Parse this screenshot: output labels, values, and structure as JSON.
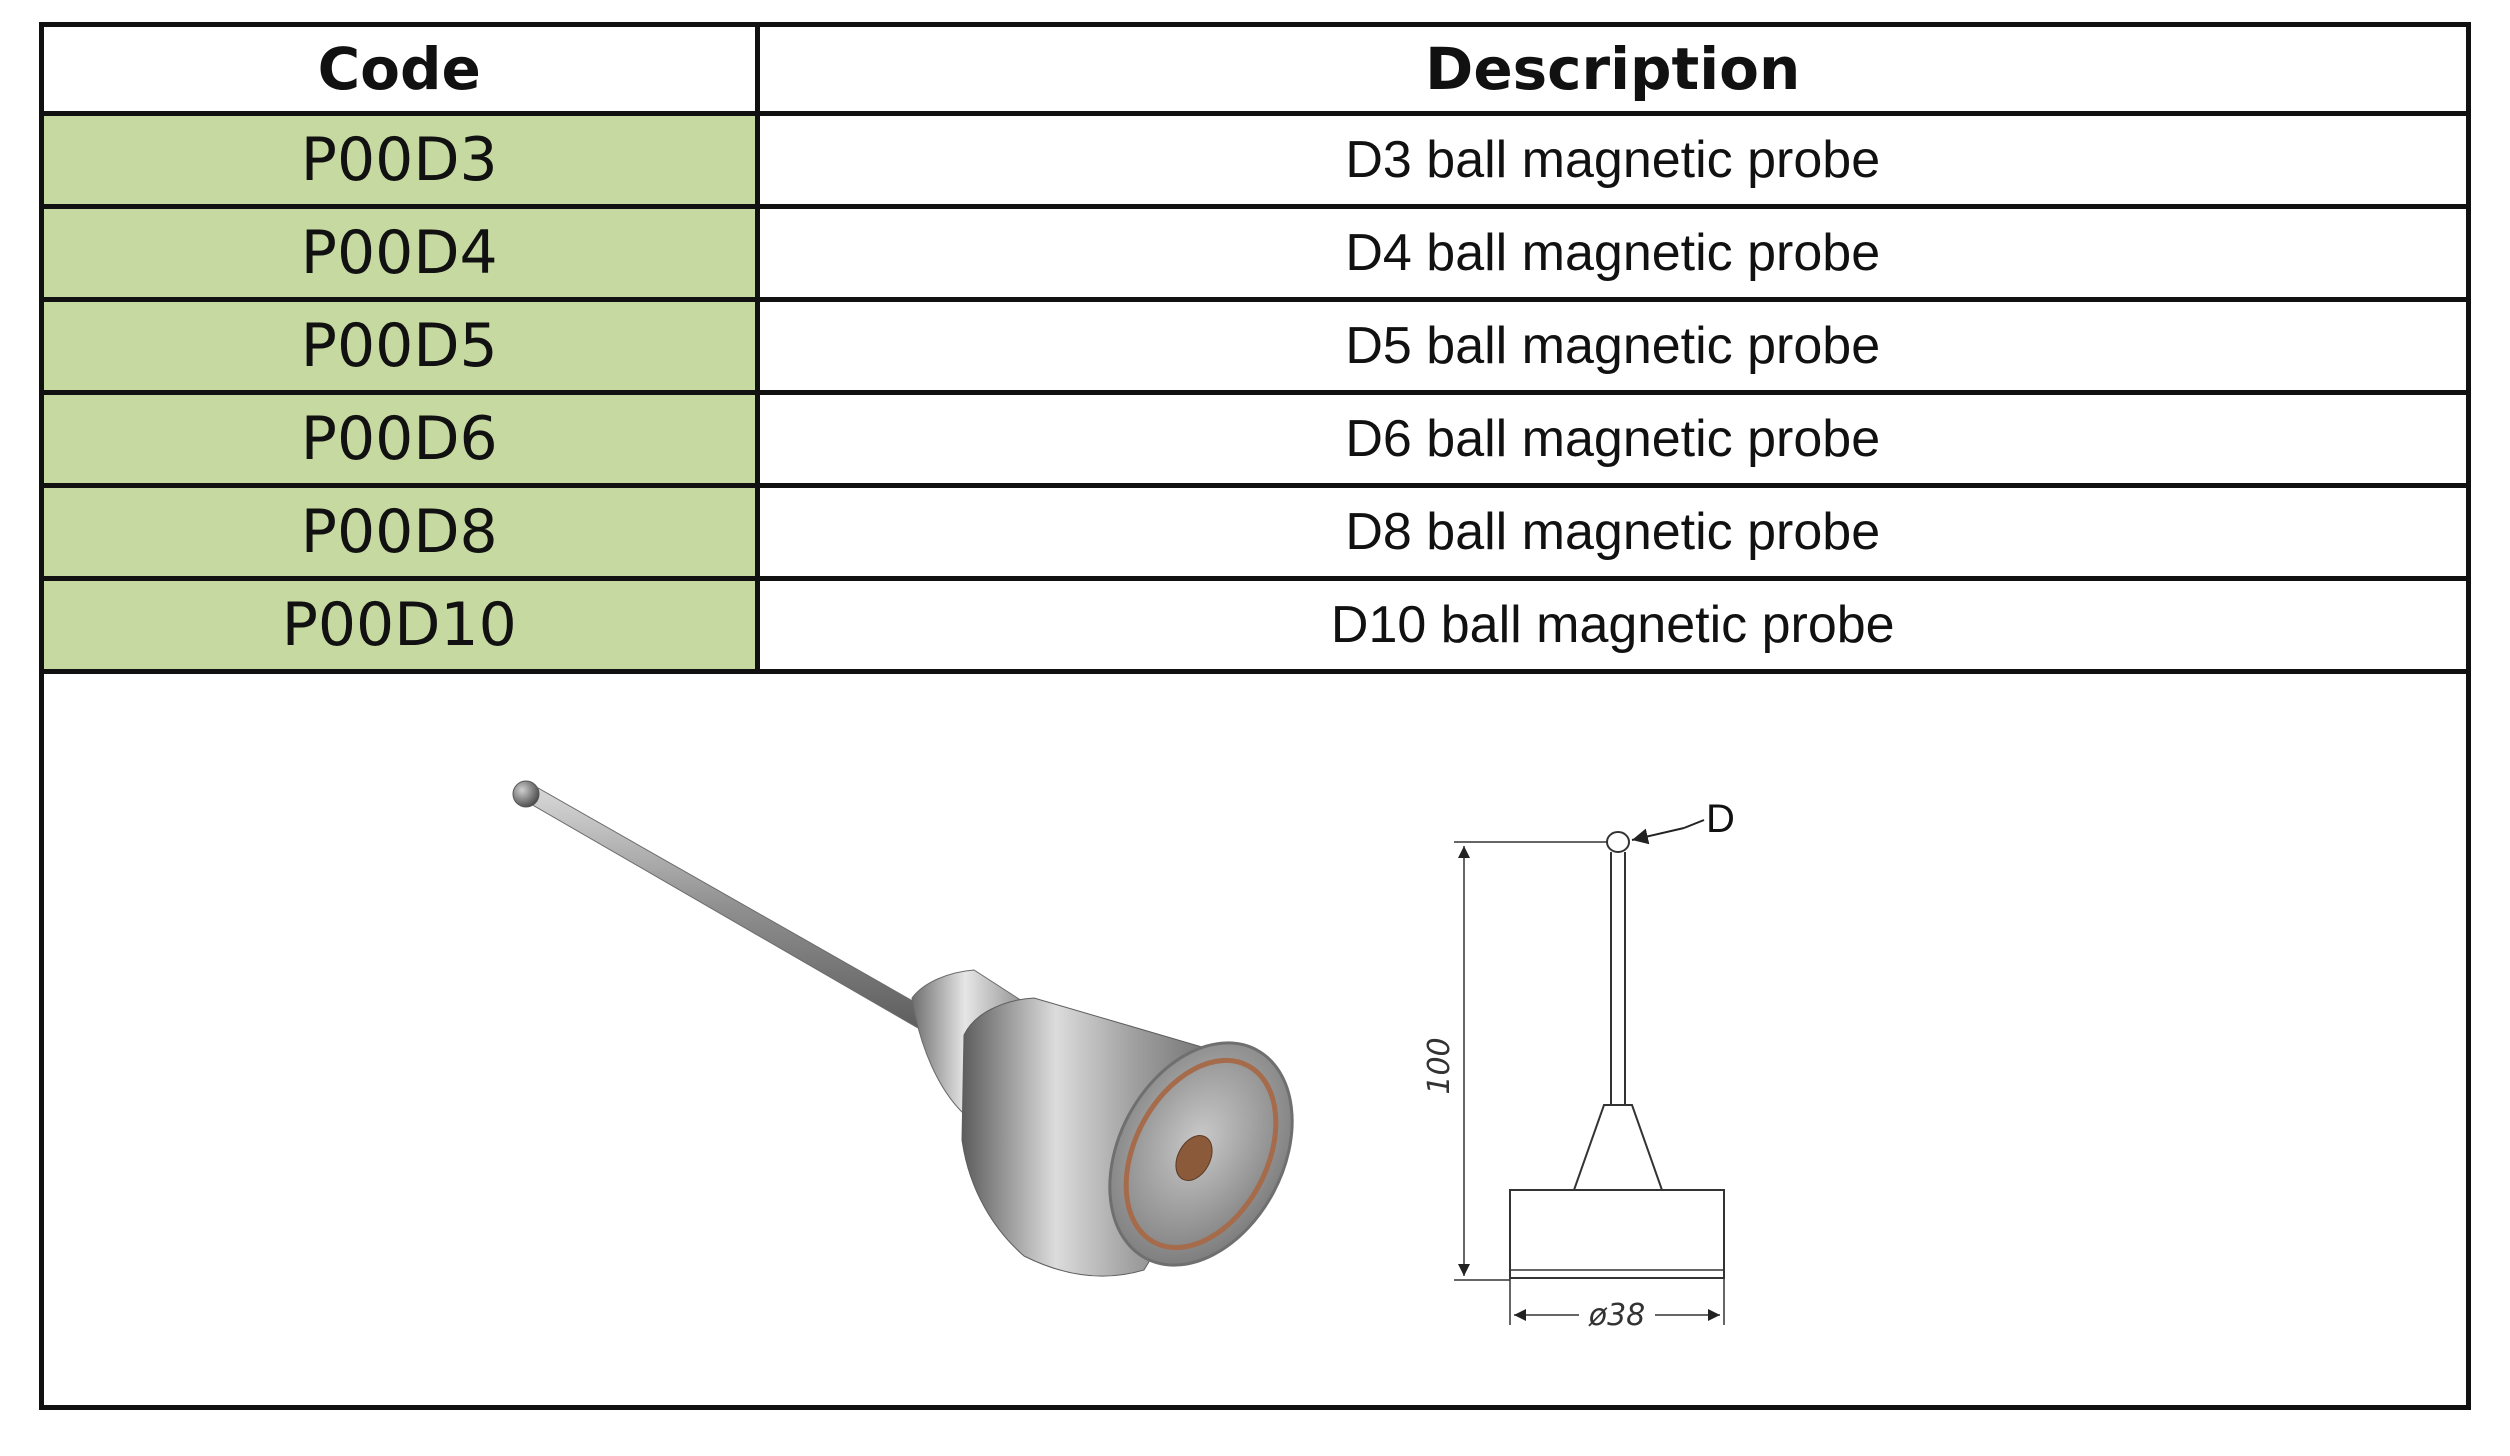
{
  "table": {
    "headers": {
      "code": "Code",
      "description": "Description"
    },
    "rows": [
      {
        "code": "P00D3",
        "description": "D3 ball magnetic probe"
      },
      {
        "code": "P00D4",
        "description": "D4 ball magnetic probe"
      },
      {
        "code": "P00D5",
        "description": "D5 ball magnetic probe"
      },
      {
        "code": "P00D6",
        "description": "D6 ball magnetic probe"
      },
      {
        "code": "P00D8",
        "description": "D8 ball magnetic probe"
      },
      {
        "code": "P00D10",
        "description": "D10 ball magnetic probe"
      }
    ]
  },
  "drawing": {
    "ball_label": "D",
    "height_label": "100",
    "diameter_label": "ø38"
  },
  "colors": {
    "code_column_fill": "#c6d9a0",
    "border": "#111111",
    "metal": "#a9a9a9"
  }
}
